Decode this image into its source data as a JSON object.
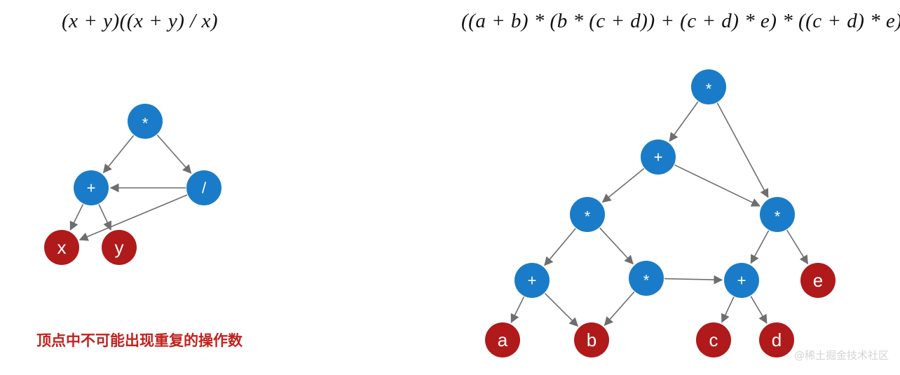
{
  "formulas": {
    "left": "(x + y)((x + y) / x)",
    "right": "((a + b) * (b * (c + d)) + (c + d) * e) * ((c + d) * e)"
  },
  "note": "顶点中不可能出现重复的操作数",
  "watermark": "@稀土掘金技术社区",
  "colors": {
    "operator": "#1a7cc8",
    "operand": "#b01a1a",
    "edge": "#6e6e6e"
  },
  "left_graph": {
    "nodes": [
      {
        "id": "mul",
        "label": "*",
        "kind": "operator"
      },
      {
        "id": "add",
        "label": "+",
        "kind": "operator"
      },
      {
        "id": "div",
        "label": "/",
        "kind": "operator"
      },
      {
        "id": "x",
        "label": "x",
        "kind": "operand"
      },
      {
        "id": "y",
        "label": "y",
        "kind": "operand"
      }
    ],
    "edges": [
      [
        "mul",
        "add"
      ],
      [
        "mul",
        "div"
      ],
      [
        "div",
        "add"
      ],
      [
        "add",
        "x"
      ],
      [
        "add",
        "y"
      ],
      [
        "div",
        "x"
      ]
    ]
  },
  "right_graph": {
    "nodes": [
      {
        "id": "root",
        "label": "*",
        "kind": "operator"
      },
      {
        "id": "sum",
        "label": "+",
        "kind": "operator"
      },
      {
        "id": "m1",
        "label": "*",
        "kind": "operator"
      },
      {
        "id": "m2",
        "label": "*",
        "kind": "operator"
      },
      {
        "id": "ab",
        "label": "+",
        "kind": "operator"
      },
      {
        "id": "m3",
        "label": "*",
        "kind": "operator"
      },
      {
        "id": "cd",
        "label": "+",
        "kind": "operator"
      },
      {
        "id": "a",
        "label": "a",
        "kind": "operand"
      },
      {
        "id": "b",
        "label": "b",
        "kind": "operand"
      },
      {
        "id": "c",
        "label": "c",
        "kind": "operand"
      },
      {
        "id": "d",
        "label": "d",
        "kind": "operand"
      },
      {
        "id": "e",
        "label": "e",
        "kind": "operand"
      }
    ],
    "edges": [
      [
        "root",
        "sum"
      ],
      [
        "root",
        "m2"
      ],
      [
        "sum",
        "m1"
      ],
      [
        "sum",
        "m2"
      ],
      [
        "m1",
        "ab"
      ],
      [
        "m1",
        "m3"
      ],
      [
        "m2",
        "cd"
      ],
      [
        "m2",
        "e"
      ],
      [
        "ab",
        "a"
      ],
      [
        "ab",
        "b"
      ],
      [
        "m3",
        "b"
      ],
      [
        "m3",
        "cd"
      ],
      [
        "cd",
        "c"
      ],
      [
        "cd",
        "d"
      ]
    ]
  }
}
